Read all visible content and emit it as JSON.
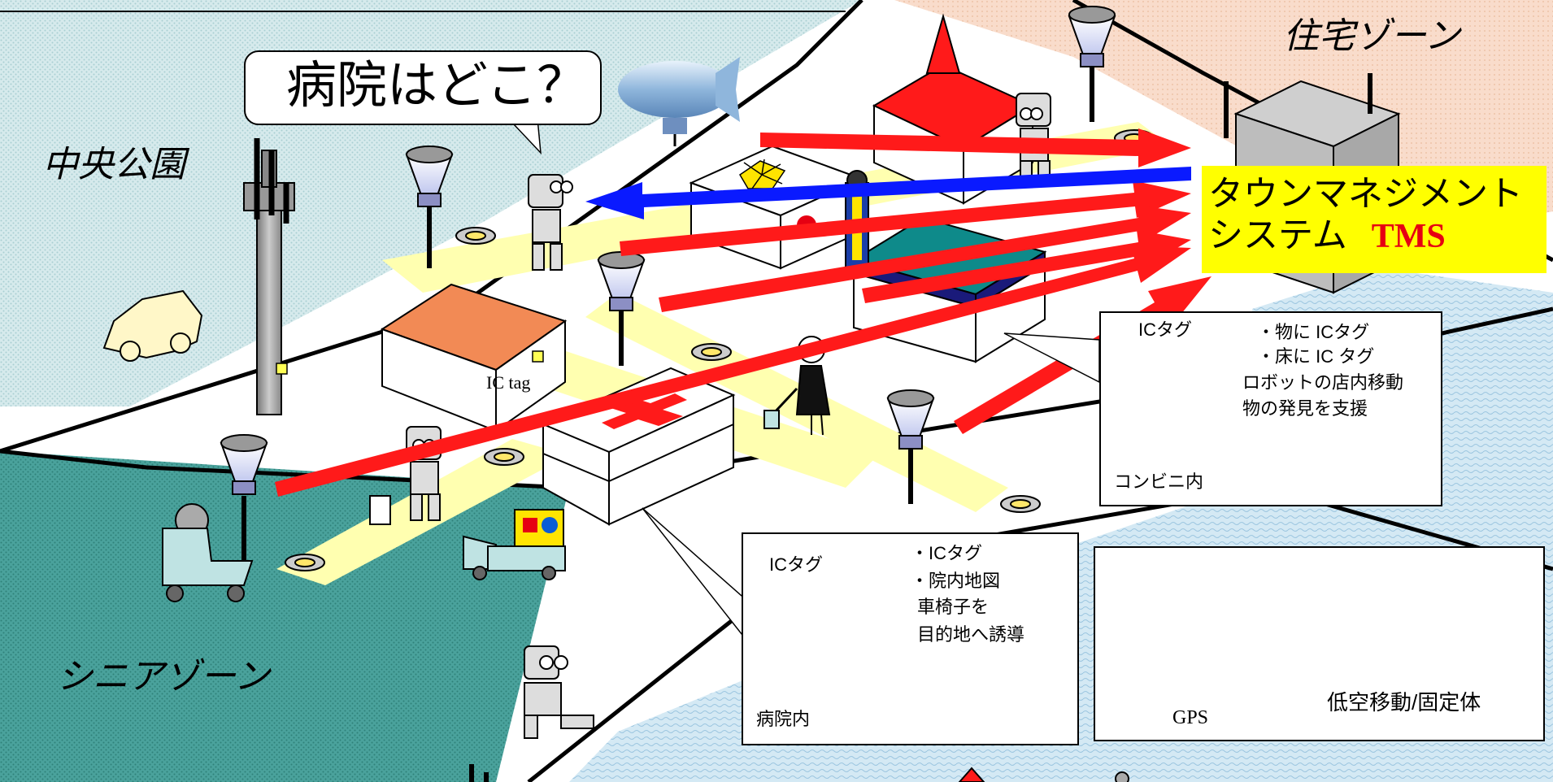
{
  "zones": {
    "central_park": "中央公園",
    "residential": "住宅ゾーン",
    "senior": "シニアゾーン"
  },
  "speech_bubble": "病院はどこ？",
  "tms": {
    "line1": "タウンマネジメント",
    "line2": "システム",
    "acronym": "TMS"
  },
  "ic_tag_label": "IC tag",
  "store_callout": {
    "tag_label": "ICタグ",
    "bullets": [
      "・物に ICタグ",
      "・床に IC タグ"
    ],
    "desc": [
      "ロボットの店内移動",
      "物の発見を支援"
    ],
    "location": "コンビニ内"
  },
  "hospital_callout": {
    "tag_label": "ICタグ",
    "bullets": [
      "・ICタグ",
      "・院内地図"
    ],
    "desc": [
      "車椅子を",
      "目的地へ誘導"
    ],
    "location": "病院内"
  },
  "legend": {
    "gps": "GPS",
    "blimp": "低空移動/固定体"
  },
  "colors": {
    "arrow_red": "#ff1a1a",
    "arrow_blue": "#0a1aff",
    "tms_bg": "#ffff00",
    "acronym": "#e60012",
    "park": "#dcecee",
    "senior": "#4ea6a0",
    "residential": "#f8d7c3",
    "path": "#ffffb0",
    "water": "#cfe6f2"
  }
}
